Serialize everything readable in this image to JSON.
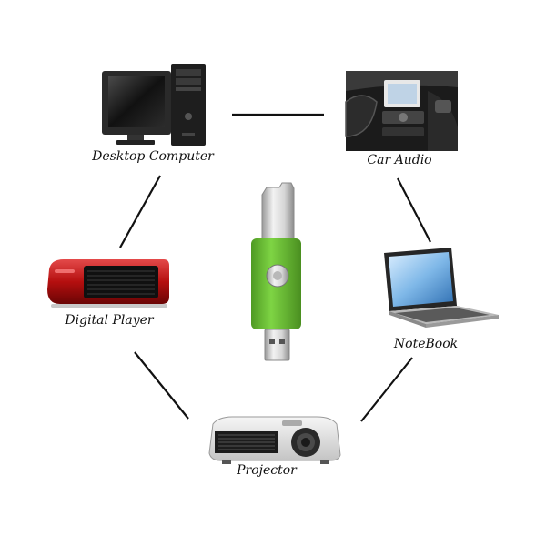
{
  "devices": {
    "desktop_computer": {
      "label": "Desktop Computer"
    },
    "car_audio": {
      "label": "Car Audio"
    },
    "digital_player": {
      "label": "Digital Player"
    },
    "notebook": {
      "label": "NoteBook"
    },
    "projector": {
      "label": "Projector"
    }
  },
  "colors": {
    "usb_body": "#6fc23a",
    "usb_swivel": "#c9c9c9",
    "connector_lines": "#111111",
    "digital_player_red": "#c41414"
  },
  "icons": {
    "center": "usb-flash-drive-icon",
    "desktop": "desktop-computer-icon",
    "car": "car-audio-icon",
    "player": "digital-player-icon",
    "laptop": "notebook-icon",
    "projector": "projector-icon"
  }
}
